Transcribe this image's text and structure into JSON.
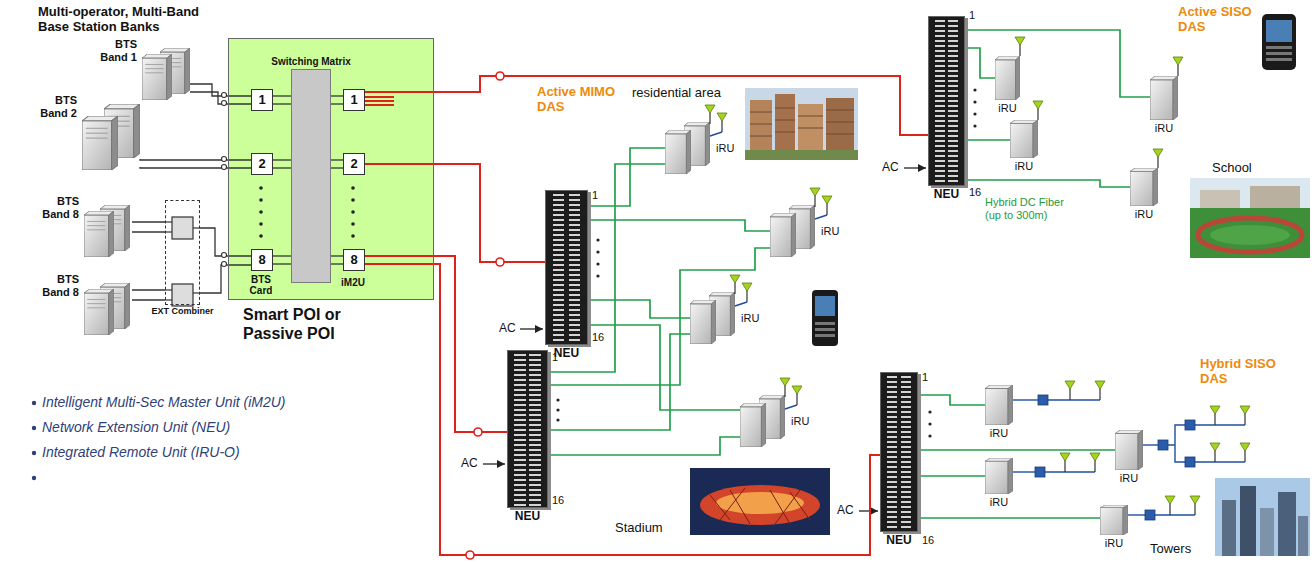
{
  "diagram": {
    "title": "Multi-operator, Multi-Band Base Station Banks",
    "nodes": [
      {
        "text": [
          "BTS Band 1"
        ]
      },
      {
        "text": [
          "BTS Band 2"
        ]
      },
      {
        "text": [
          "BTS Band 8"
        ]
      },
      {
        "text": [
          "BTS Band 8"
        ]
      },
      {
        "text": [
          "EXT Combiner"
        ]
      },
      {
        "text": [
          "Smart POI or Passive POI"
        ]
      },
      {
        "text": [
          "Switching Matrix"
        ],
        "in": 5
      },
      {
        "text": [
          "1"
        ],
        "in": 5
      },
      {
        "text": [
          "2"
        ],
        "in": 5
      },
      {
        "text": [
          "8"
        ],
        "in": 5
      },
      {
        "text": [
          "1"
        ],
        "in": 5
      },
      {
        "text": [
          "2"
        ],
        "in": 5
      },
      {
        "text": [
          "8"
        ],
        "in": 5
      },
      {
        "text": [
          "NEU"
        ]
      },
      {
        "text": [
          "iRU"
        ]
      },
      {
        "text": [
          "iRU"
        ]
      },
      {
        "text": [
          "iRU"
        ]
      },
      {
        "text": [
          "iRU"
        ]
      },
      {
        "text": [
          "NEU"
        ]
      },
      {
        "text": [
          "iRU"
        ]
      },
      {
        "text": [
          "iRU"
        ]
      },
      {
        "text": [
          "iRU"
        ]
      },
      {
        "text": [
          "iRU"
        ]
      },
      {
        "text": [
          "NEU"
        ]
      },
      {
        "text": [
          "NEU"
        ]
      },
      {
        "text": [
          "iRU"
        ]
      },
      {
        "text": [
          "iRU"
        ]
      },
      {
        "text": [
          "iRU"
        ]
      },
      {
        "text": [
          "iRU"
        ]
      }
    ],
    "edges": [
      {
        "from": 0,
        "to": 7,
        "arrow": "none"
      },
      {
        "from": 0,
        "to": 7,
        "arrow": "none"
      },
      {
        "from": 1,
        "to": 8,
        "arrow": "none"
      },
      {
        "from": 1,
        "to": 8,
        "arrow": "none"
      },
      {
        "from": 2,
        "to": 4,
        "arrow": "none"
      },
      {
        "from": 2,
        "to": 4,
        "arrow": "none"
      },
      {
        "from": 3,
        "to": 4,
        "arrow": "none"
      },
      {
        "from": 3,
        "to": 4,
        "arrow": "none"
      },
      {
        "from": 4,
        "to": 9,
        "arrow": "none"
      },
      {
        "from": 4,
        "to": 9,
        "arrow": "none"
      },
      {
        "from": 7,
        "to": 6,
        "arrow": "none"
      },
      {
        "from": 7,
        "to": 6,
        "arrow": "none"
      },
      {
        "from": 8,
        "to": 6,
        "arrow": "none"
      },
      {
        "from": 8,
        "to": 6,
        "arrow": "none"
      },
      {
        "from": 9,
        "to": 6,
        "arrow": "none"
      },
      {
        "from": 9,
        "to": 6,
        "arrow": "none"
      },
      {
        "from": 6,
        "to": 10,
        "arrow": "none"
      },
      {
        "from": 6,
        "to": 10,
        "arrow": "none"
      },
      {
        "from": 6,
        "to": 11,
        "arrow": "none"
      },
      {
        "from": 6,
        "to": 11,
        "arrow": "none"
      },
      {
        "from": 6,
        "to": 12,
        "arrow": "none"
      },
      {
        "from": 6,
        "to": 12,
        "arrow": "none"
      },
      {
        "from": 10,
        "to": 13,
        "arrow": "none"
      },
      {
        "from": 11,
        "to": 18,
        "arrow": "none"
      },
      {
        "from": 12,
        "to": 23,
        "arrow": "none"
      },
      {
        "from": 12,
        "to": 24,
        "arrow": "none"
      },
      {
        "from": 13,
        "to": 14,
        "arrow": "none"
      },
      {
        "from": 13,
        "to": 15,
        "arrow": "none"
      },
      {
        "from": 13,
        "to": 16,
        "arrow": "none"
      },
      {
        "from": 13,
        "to": 17,
        "arrow": "none"
      },
      {
        "from": 18,
        "to": 19,
        "arrow": "none"
      },
      {
        "from": 18,
        "to": 20,
        "arrow": "none"
      },
      {
        "from": 18,
        "to": 21,
        "arrow": "none"
      },
      {
        "from": 18,
        "to": 22,
        "arrow": "none"
      },
      {
        "from": 23,
        "to": 19,
        "arrow": "none"
      },
      {
        "from": 23,
        "to": 20,
        "arrow": "none"
      },
      {
        "from": 23,
        "to": 21,
        "arrow": "none"
      },
      {
        "from": 23,
        "to": 22,
        "arrow": "none"
      },
      {
        "from": 24,
        "to": 25,
        "arrow": "none"
      },
      {
        "from": 24,
        "to": 26,
        "arrow": "none"
      },
      {
        "from": 24,
        "to": 27,
        "arrow": "none"
      },
      {
        "from": 24,
        "to": 28,
        "arrow": "none"
      }
    ],
    "labels": [
      "BTS Card",
      "iM2U",
      "1",
      "16",
      "AC",
      "1",
      "16",
      "AC",
      "1",
      "16",
      "AC",
      "1",
      "16",
      "AC",
      "Active SISO DAS",
      "Hybrid DC Fiber (up to 300m)",
      "School",
      "Active MIMO DAS",
      "residential area",
      "Stadium",
      "Hybrid SISO DAS",
      "Towers",
      "Intelligent Multi-Sec Master Unit (iM2U)",
      "Network Extension Unit (NEU)",
      "Integrated Remote Unit (IRU-O)"
    ]
  }
}
